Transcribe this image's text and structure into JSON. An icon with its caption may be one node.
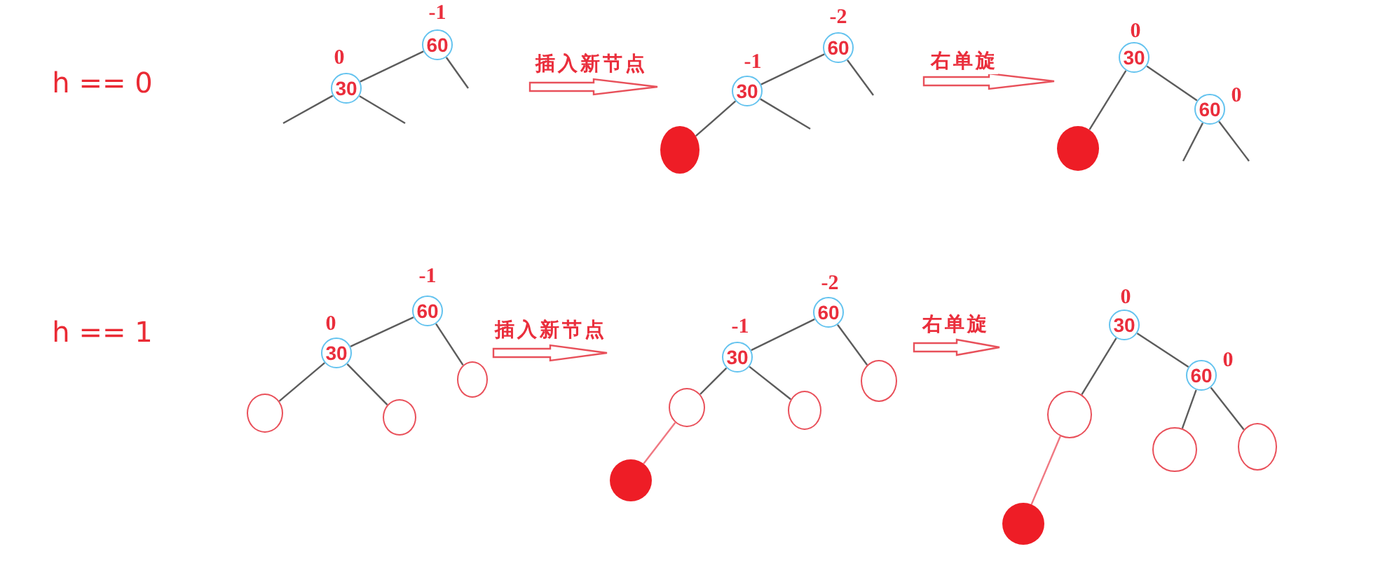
{
  "diagram": {
    "nodes": [
      {
        "text": [],
        "shape": "picture"
      },
      {
        "text": [
          "60"
        ],
        "beside": [
          "-1"
        ],
        "in": 0
      },
      {
        "text": [
          "30"
        ],
        "beside": [
          "0"
        ],
        "in": 0
      },
      {
        "text": [],
        "shape": "picture"
      },
      {
        "text": [
          "60"
        ],
        "beside": [
          "-2"
        ],
        "in": 3
      },
      {
        "text": [
          "30"
        ],
        "beside": [
          "-1"
        ],
        "in": 3
      },
      {
        "text": [],
        "shape": "dot",
        "in": 3
      },
      {
        "text": [],
        "shape": "picture"
      },
      {
        "text": [
          "30"
        ],
        "beside": [
          "0"
        ],
        "in": 7
      },
      {
        "text": [
          "60"
        ],
        "beside": [
          "0"
        ],
        "in": 7
      },
      {
        "text": [],
        "shape": "dot",
        "in": 7
      },
      {
        "text": [],
        "shape": "picture"
      },
      {
        "text": [
          "60"
        ],
        "beside": [
          "-1"
        ],
        "in": 11
      },
      {
        "text": [
          "30"
        ],
        "beside": [
          "0"
        ],
        "in": 11
      },
      {
        "text": [],
        "shape": "circle",
        "in": 11
      },
      {
        "text": [],
        "shape": "circle",
        "in": 11
      },
      {
        "text": [],
        "shape": "circle",
        "in": 11
      },
      {
        "text": [],
        "shape": "picture"
      },
      {
        "text": [
          "60"
        ],
        "beside": [
          "-2"
        ],
        "in": 17
      },
      {
        "text": [
          "30"
        ],
        "beside": [
          "-1"
        ],
        "in": 17
      },
      {
        "text": [],
        "shape": "circle",
        "in": 17
      },
      {
        "text": [],
        "shape": "circle",
        "in": 17
      },
      {
        "text": [],
        "shape": "circle",
        "in": 17
      },
      {
        "text": [],
        "shape": "dot",
        "in": 17
      },
      {
        "text": [],
        "shape": "picture"
      },
      {
        "text": [
          "30"
        ],
        "beside": [
          "0"
        ],
        "in": 24
      },
      {
        "text": [
          "60"
        ],
        "beside": [
          "0"
        ],
        "in": 24
      },
      {
        "text": [],
        "shape": "circle",
        "in": 24
      },
      {
        "text": [],
        "shape": "circle",
        "in": 24
      },
      {
        "text": [],
        "shape": "circle",
        "in": 24
      },
      {
        "text": [],
        "shape": "dot",
        "in": 24
      }
    ],
    "edges": [
      {
        "from": 1,
        "to": 2,
        "arrow": "none"
      },
      {
        "from": 1,
        "to": null,
        "arrow": "none"
      },
      {
        "from": 2,
        "to": null,
        "arrow": "none"
      },
      {
        "from": 2,
        "to": null,
        "arrow": "none"
      },
      {
        "from": 0,
        "to": 3,
        "arrow": "to",
        "label": "插入新节点",
        "style": "thick",
        "color": "#e8505a"
      },
      {
        "from": 4,
        "to": 5,
        "arrow": "none"
      },
      {
        "from": 4,
        "to": null,
        "arrow": "none"
      },
      {
        "from": 5,
        "to": 6,
        "arrow": "none"
      },
      {
        "from": 5,
        "to": null,
        "arrow": "none"
      },
      {
        "from": 3,
        "to": 7,
        "arrow": "to",
        "label": "右单旋",
        "style": "thick",
        "color": "#e8505a"
      },
      {
        "from": 8,
        "to": 10,
        "arrow": "none"
      },
      {
        "from": 8,
        "to": 9,
        "arrow": "none"
      },
      {
        "from": 9,
        "to": null,
        "arrow": "none"
      },
      {
        "from": 9,
        "to": null,
        "arrow": "none"
      },
      {
        "from": 12,
        "to": 13,
        "arrow": "none"
      },
      {
        "from": 12,
        "to": 14,
        "arrow": "none"
      },
      {
        "from": 13,
        "to": 15,
        "arrow": "none"
      },
      {
        "from": 13,
        "to": 16,
        "arrow": "none"
      },
      {
        "from": 11,
        "to": 17,
        "arrow": "to",
        "label": "插入新节点",
        "style": "thick",
        "color": "#e8505a"
      },
      {
        "from": 18,
        "to": 19,
        "arrow": "none"
      },
      {
        "from": 18,
        "to": 20,
        "arrow": "none"
      },
      {
        "from": 19,
        "to": 21,
        "arrow": "none"
      },
      {
        "from": 19,
        "to": 22,
        "arrow": "none"
      },
      {
        "from": 21,
        "to": 23,
        "arrow": "none",
        "color": "#f07882"
      },
      {
        "from": 17,
        "to": 24,
        "arrow": "to",
        "label": "右单旋",
        "style": "thick",
        "color": "#e8505a"
      },
      {
        "from": 25,
        "to": 27,
        "arrow": "none"
      },
      {
        "from": 25,
        "to": 26,
        "arrow": "none"
      },
      {
        "from": 26,
        "to": 28,
        "arrow": "none"
      },
      {
        "from": 26,
        "to": 29,
        "arrow": "none"
      },
      {
        "from": 27,
        "to": 30,
        "arrow": "none",
        "color": "#f07882"
      }
    ],
    "labels": [
      "h == 0",
      "h == 1"
    ]
  }
}
